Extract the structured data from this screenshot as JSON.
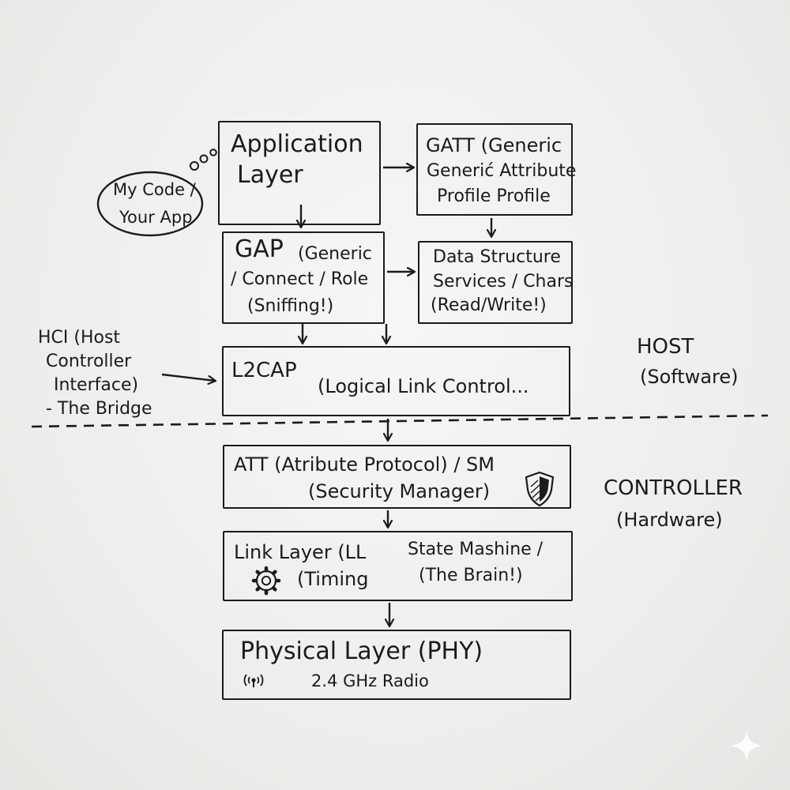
{
  "app": {
    "lines": [
      "Application",
      "Layer"
    ]
  },
  "gatt": {
    "lines": [
      "GATT (Generic",
      "Generić Attribute",
      "Profile Profile"
    ]
  },
  "bubble": {
    "lines": [
      "My Code /",
      "Your App"
    ]
  },
  "gap": {
    "title": "GAP",
    "lines": [
      "(Generic",
      "/ Connect / Role",
      "(Sniffing!)"
    ]
  },
  "data_structure": {
    "lines": [
      "Data Structure",
      "Services / Chars",
      "(Read/Write!)"
    ]
  },
  "hci": {
    "lines": [
      "HCI (Host",
      "Controller",
      "Interface)",
      "- The Bridge"
    ]
  },
  "l2cap": {
    "title": "L2CAP",
    "subtitle": "(Logical Link Control..."
  },
  "host": {
    "lines": [
      "HOST",
      "(Software)"
    ]
  },
  "att": {
    "line1": "ATT (Atribute Protocol) / SM",
    "line2": "(Security Manager)"
  },
  "controller": {
    "lines": [
      "CONTROLLER",
      "(Hardware)"
    ]
  },
  "link_layer": {
    "line1a": "Link Layer (LL",
    "line1b": "State Mashine /",
    "line2a": "(Timing",
    "line2b": "(The Brain!)"
  },
  "phy": {
    "title": "Physical Layer (PHY)",
    "subtitle": "2.4 GHz Radio"
  },
  "icons": {
    "shield": "shield-icon",
    "gear": "gear-icon",
    "radio": "radio-waves-icon",
    "sparkle": "sparkle-icon"
  },
  "colors": {
    "ink": "#1b1b1b",
    "paper": "#efefed"
  }
}
